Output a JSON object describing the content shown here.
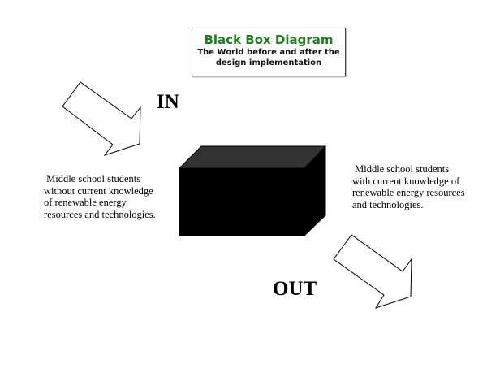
{
  "title": "Black Box Diagram",
  "subtitle_line1": "The World before and after the",
  "subtitle_line2": "design implementation",
  "in_label": "IN",
  "out_label": "OUT",
  "input_text": " Middle school students\nwithout current knowledge\nof renewable energy\nresources and technologies.",
  "output_text": " Middle school students\nwith current knowledge of\nrenewable energy resources\nand technologies.",
  "colors": {
    "title": "#1e7b1e",
    "box": "#000000",
    "box_top": "#333333"
  }
}
